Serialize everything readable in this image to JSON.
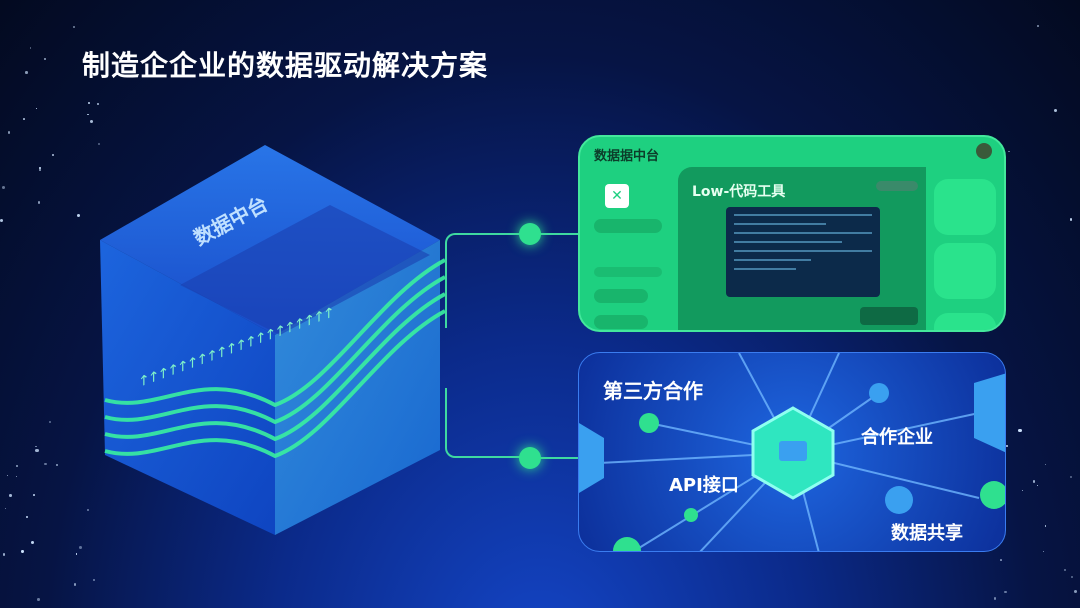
{
  "title": "制造企企业的数据驱动解决方案",
  "cube": {
    "label": "数据中台",
    "arrows": "↑↑↑↑↑↑↑↑↑↑↑↑↑↑↑↑↑↑↑↑"
  },
  "platform_panel": {
    "header": "数据据中台",
    "tool_title": "Low-代码工具",
    "logo": "✕"
  },
  "partner_panel": {
    "title": "第三方合作",
    "labels": [
      "合作企业",
      "API接口",
      "数据共享"
    ]
  },
  "colors": {
    "accent_green": "#1ed080",
    "blue": "#1e66e0"
  }
}
